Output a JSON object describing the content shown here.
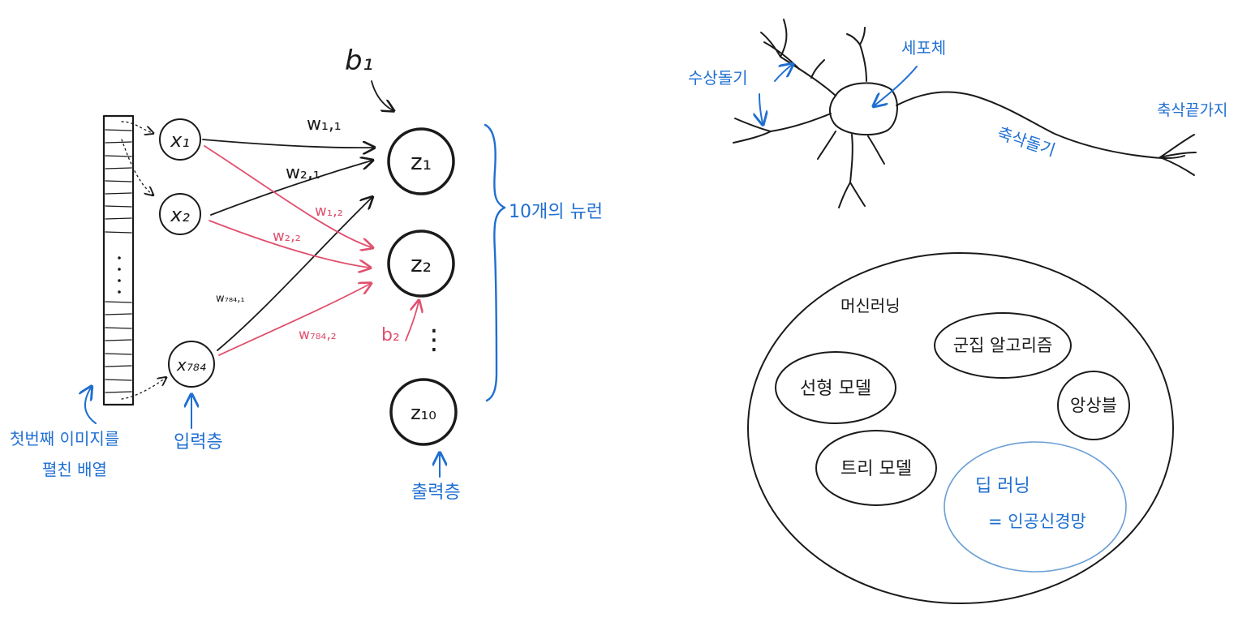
{
  "colors": {
    "ink": "#1a1a1a",
    "annotation_blue": "#1f6fd1",
    "weight_red": "#e0506e",
    "deep_learning_circle": "#6a9fd6"
  },
  "network": {
    "inputs": {
      "x1": "x₁",
      "x2": "x₂",
      "x784": "x₇₈₄"
    },
    "outputs": {
      "z1": "z₁",
      "z2": "z₂",
      "z10": "z₁₀",
      "vdots": "⋮"
    },
    "biases": {
      "b1": "b₁",
      "b2": "b₂"
    },
    "weights": {
      "w11": "w₁,₁",
      "w21": "w₂,₁",
      "w12": "w₁,₂",
      "w22": "w₂,₂",
      "w7841": "w₇₈₄,₁",
      "w7842": "w₇₈₄,₂"
    },
    "labels": {
      "flattened_line1": "첫번째 이미지를",
      "flattened_line2": "펼친 배열",
      "input_layer": "입력층",
      "output_layer": "출력층",
      "ten_neurons": "10개의 뉴런"
    }
  },
  "neuron": {
    "dendrite": "수상돌기",
    "cell_body": "세포체",
    "axon": "축삭돌기",
    "axon_terminal": "축삭끝가지"
  },
  "ml_diagram": {
    "title": "머신러닝",
    "linear_model": "선형 모델",
    "clustering": "군집 알고리즘",
    "ensemble": "앙상블",
    "tree_model": "트리 모델",
    "deep_learning": "딥 러닝",
    "ann": "= 인공신경망"
  }
}
